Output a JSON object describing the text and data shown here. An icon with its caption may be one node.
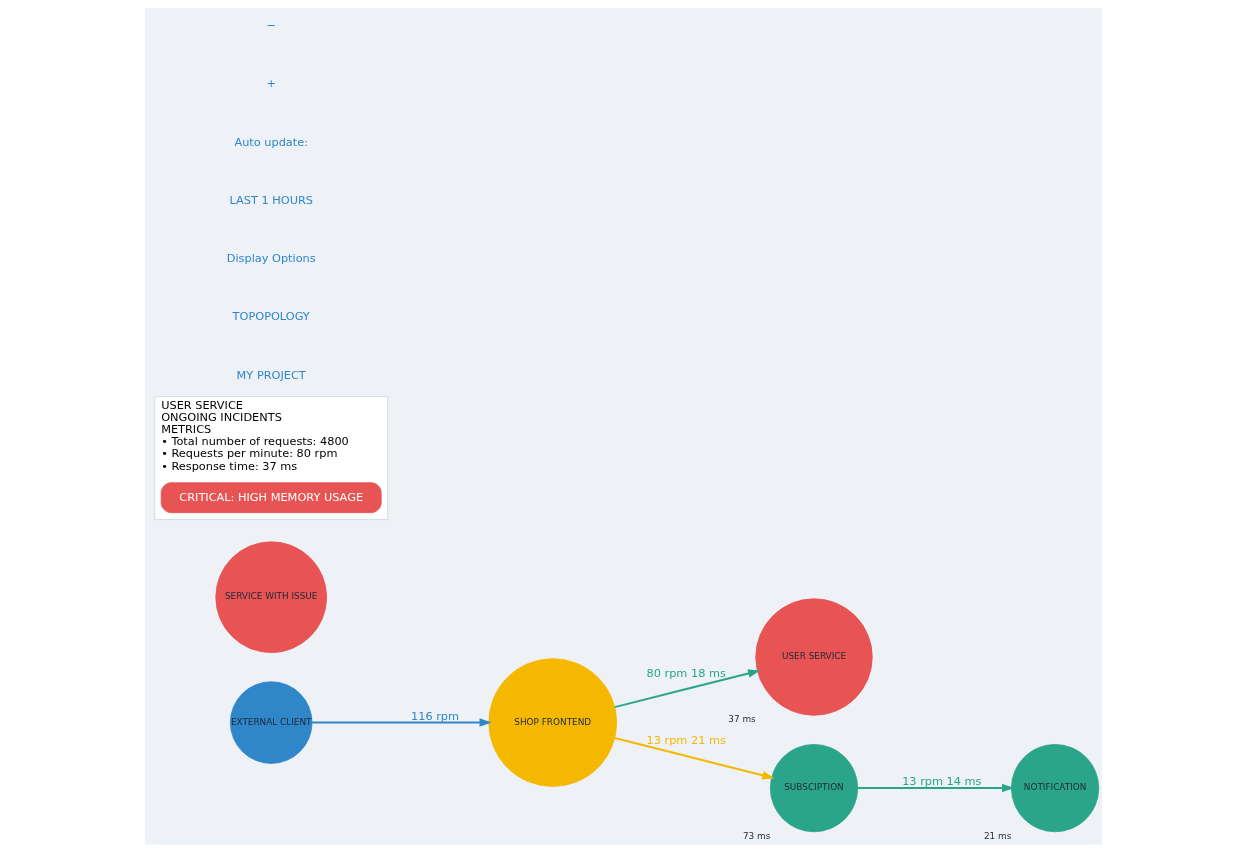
{
  "diagram": {
    "nodes": [
      {
        "text": [
          "EXTERNAL CLIENT"
        ]
      },
      {
        "text": [
          "USER SERVICE"
        ],
        "beside": [
          "37 ms"
        ]
      },
      {
        "text": [
          "SHOP FRONTEND"
        ]
      },
      {
        "text": [
          "SUBSCIPTION"
        ],
        "beside": [
          "73 ms"
        ]
      },
      {
        "text": [
          "SERVICE WITH ISSUE"
        ]
      },
      {
        "text": [
          "NOTIFICATION"
        ],
        "beside": [
          "21 ms"
        ]
      },
      {
        "text": [
          "USER SERVICE",
          "ONGOING INCIDENTS",
          "METRICS",
          "• Total number of requests: 4800",
          "• Requests per minute: 80 rpm",
          "• Response time: 37 ms"
        ]
      },
      {
        "text": [
          "CRITICAL: HIGH MEMORY USAGE"
        ],
        "in": 6
      }
    ],
    "edges": [
      {
        "from": 0,
        "to": 2,
        "arrow": "to",
        "label": "116 rpm",
        "color": "#2f86c8"
      },
      {
        "from": 2,
        "to": 1,
        "arrow": "to",
        "label": "80 rpm 18 ms",
        "color": "#2aa58a"
      },
      {
        "from": 2,
        "to": 3,
        "arrow": "to",
        "label": "13 rpm 21 ms",
        "color": "#f5b800"
      },
      {
        "from": 3,
        "to": 5,
        "arrow": "to",
        "label": "13 rpm 14 ms",
        "color": "#2aa58a"
      }
    ],
    "labels": [
      "MY PROJECT",
      "TOPOPOLOGY",
      "Display Options",
      "LAST 1 HOURS",
      "Auto update:",
      "+",
      "−"
    ]
  }
}
